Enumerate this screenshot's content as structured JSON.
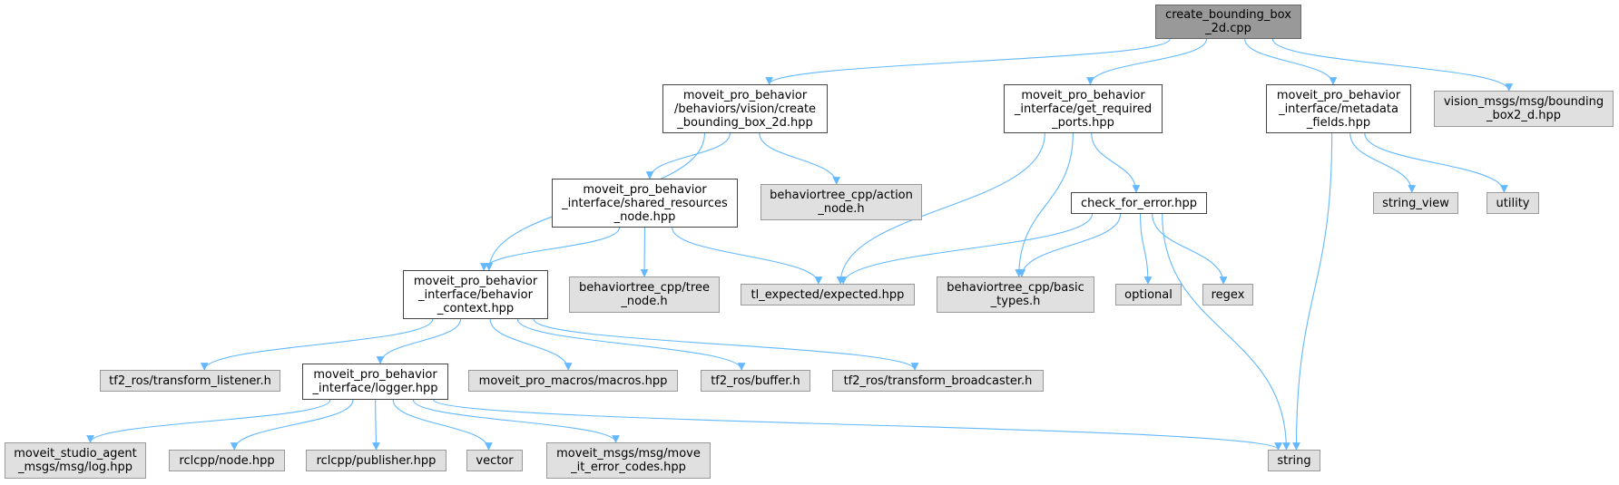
{
  "colors": {
    "edge": "#63b8ff",
    "root_fill": "#999999",
    "local_fill": "#ffffff",
    "external_fill": "#e0e0e0"
  },
  "nodes": {
    "root": {
      "lines": [
        "create_bounding_box",
        "_2d.cpp"
      ],
      "kind": "root"
    },
    "create_bbox_hpp": {
      "lines": [
        "moveit_pro_behavior",
        "/behaviors/vision/create",
        "_bounding_box_2d.hpp"
      ],
      "kind": "local"
    },
    "get_required_ports": {
      "lines": [
        "moveit_pro_behavior",
        "_interface/get_required",
        "_ports.hpp"
      ],
      "kind": "local"
    },
    "metadata_fields": {
      "lines": [
        "moveit_pro_behavior",
        "_interface/metadata",
        "_fields.hpp"
      ],
      "kind": "local"
    },
    "bounding_box2d": {
      "lines": [
        "vision_msgs/msg/bounding",
        "_box2_d.hpp"
      ],
      "kind": "external"
    },
    "shared_resources": {
      "lines": [
        "moveit_pro_behavior",
        "_interface/shared_resources",
        "_node.hpp"
      ],
      "kind": "local"
    },
    "action_node": {
      "lines": [
        "behaviortree_cpp/action",
        "_node.h"
      ],
      "kind": "external"
    },
    "check_for_error": {
      "lines": [
        "check_for_error.hpp"
      ],
      "kind": "local"
    },
    "string_view": {
      "lines": [
        "string_view"
      ],
      "kind": "external"
    },
    "utility": {
      "lines": [
        "utility"
      ],
      "kind": "external"
    },
    "behavior_context": {
      "lines": [
        "moveit_pro_behavior",
        "_interface/behavior",
        "_context.hpp"
      ],
      "kind": "local"
    },
    "tree_node": {
      "lines": [
        "behaviortree_cpp/tree",
        "_node.h"
      ],
      "kind": "external"
    },
    "tl_expected": {
      "lines": [
        "tl_expected/expected.hpp"
      ],
      "kind": "external"
    },
    "basic_types": {
      "lines": [
        "behaviortree_cpp/basic",
        "_types.h"
      ],
      "kind": "external"
    },
    "optional": {
      "lines": [
        "optional"
      ],
      "kind": "external"
    },
    "regex": {
      "lines": [
        "regex"
      ],
      "kind": "external"
    },
    "transform_listener": {
      "lines": [
        "tf2_ros/transform_listener.h"
      ],
      "kind": "external"
    },
    "logger": {
      "lines": [
        "moveit_pro_behavior",
        "_interface/logger.hpp"
      ],
      "kind": "local"
    },
    "macros": {
      "lines": [
        "moveit_pro_macros/macros.hpp"
      ],
      "kind": "external"
    },
    "buffer": {
      "lines": [
        "tf2_ros/buffer.h"
      ],
      "kind": "external"
    },
    "transform_broadcaster": {
      "lines": [
        "tf2_ros/transform_broadcaster.h"
      ],
      "kind": "external"
    },
    "log_hpp": {
      "lines": [
        "moveit_studio_agent",
        "_msgs/msg/log.hpp"
      ],
      "kind": "external"
    },
    "rclcpp_node": {
      "lines": [
        "rclcpp/node.hpp"
      ],
      "kind": "external"
    },
    "rclcpp_publisher": {
      "lines": [
        "rclcpp/publisher.hpp"
      ],
      "kind": "external"
    },
    "vector": {
      "lines": [
        "vector"
      ],
      "kind": "external"
    },
    "move_it_error_codes": {
      "lines": [
        "moveit_msgs/msg/move",
        "_it_error_codes.hpp"
      ],
      "kind": "external"
    },
    "string": {
      "lines": [
        "string"
      ],
      "kind": "external"
    }
  },
  "edges": [
    [
      "root",
      "create_bbox_hpp"
    ],
    [
      "root",
      "get_required_ports"
    ],
    [
      "root",
      "metadata_fields"
    ],
    [
      "root",
      "bounding_box2d"
    ],
    [
      "create_bbox_hpp",
      "behavior_context"
    ],
    [
      "create_bbox_hpp",
      "shared_resources"
    ],
    [
      "create_bbox_hpp",
      "action_node"
    ],
    [
      "get_required_ports",
      "tl_expected"
    ],
    [
      "get_required_ports",
      "basic_types"
    ],
    [
      "get_required_ports",
      "check_for_error"
    ],
    [
      "metadata_fields",
      "string"
    ],
    [
      "metadata_fields",
      "string_view"
    ],
    [
      "metadata_fields",
      "utility"
    ],
    [
      "shared_resources",
      "behavior_context"
    ],
    [
      "shared_resources",
      "tree_node"
    ],
    [
      "shared_resources",
      "tl_expected"
    ],
    [
      "check_for_error",
      "tl_expected"
    ],
    [
      "check_for_error",
      "basic_types"
    ],
    [
      "check_for_error",
      "optional"
    ],
    [
      "check_for_error",
      "regex"
    ],
    [
      "check_for_error",
      "string"
    ],
    [
      "behavior_context",
      "transform_listener"
    ],
    [
      "behavior_context",
      "logger"
    ],
    [
      "behavior_context",
      "macros"
    ],
    [
      "behavior_context",
      "buffer"
    ],
    [
      "behavior_context",
      "transform_broadcaster"
    ],
    [
      "logger",
      "log_hpp"
    ],
    [
      "logger",
      "rclcpp_node"
    ],
    [
      "logger",
      "rclcpp_publisher"
    ],
    [
      "logger",
      "vector"
    ],
    [
      "logger",
      "move_it_error_codes"
    ],
    [
      "logger",
      "string"
    ]
  ]
}
